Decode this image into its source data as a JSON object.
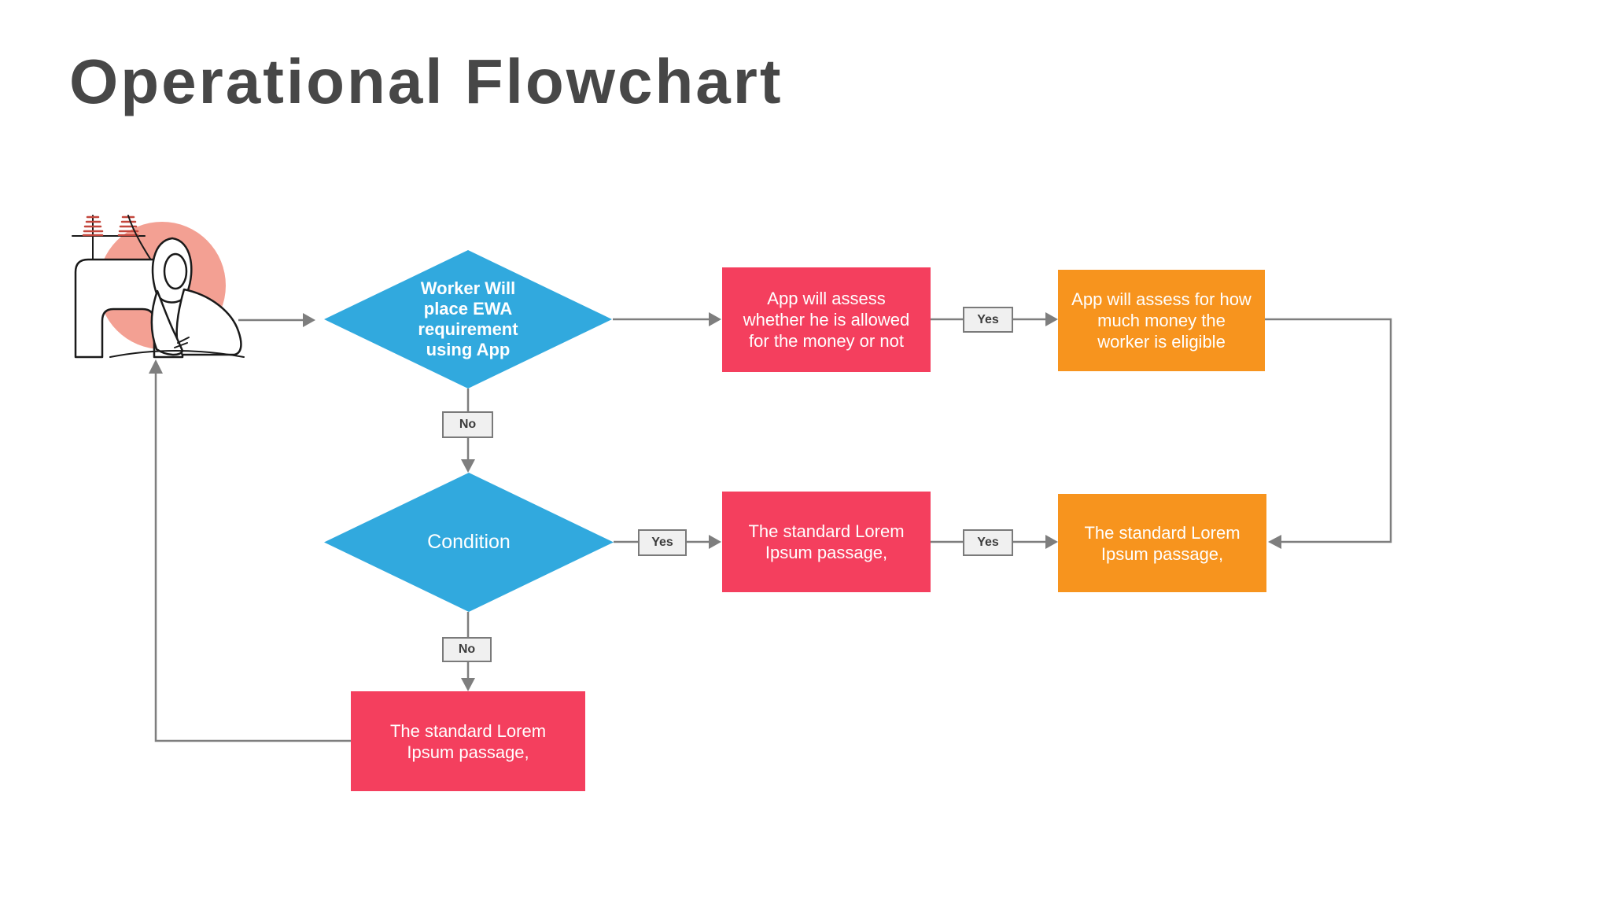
{
  "title": "Operational Flowchart",
  "nodes": {
    "decision1": {
      "label": "Worker Will\nplace EWA\nrequirement\nusing App",
      "type": "decision"
    },
    "process1": {
      "label": "App will assess\nwhether he is allowed\nfor the money or not",
      "type": "process"
    },
    "process2": {
      "label": "App will assess for how\nmuch money the\nworker is eligible",
      "type": "process"
    },
    "decision2": {
      "label": "Condition",
      "type": "decision"
    },
    "process3": {
      "label": "The standard Lorem\nIpsum passage,",
      "type": "process"
    },
    "process4": {
      "label": "The standard Lorem\nIpsum passage,",
      "type": "process"
    },
    "process5": {
      "label": "The standard Lorem\nIpsum passage,",
      "type": "process"
    }
  },
  "edge_labels": {
    "yes1": "Yes",
    "yes2": "Yes",
    "yes3": "Yes",
    "no1": "No",
    "no2": "No"
  },
  "icons": {
    "illustration": "seamstress-at-sewing-machine-illustration"
  },
  "colors": {
    "decision_blue": "#31A9DE",
    "process_pink": "#F43F5E",
    "process_orange": "#F7941E",
    "connector_gray": "#7E7E7E",
    "label_fill": "#F0F0F0",
    "label_border": "#7A7A7A",
    "title_text": "#474747",
    "illustration_circle": "#F3A093",
    "node_text": "#FFFFFF"
  }
}
